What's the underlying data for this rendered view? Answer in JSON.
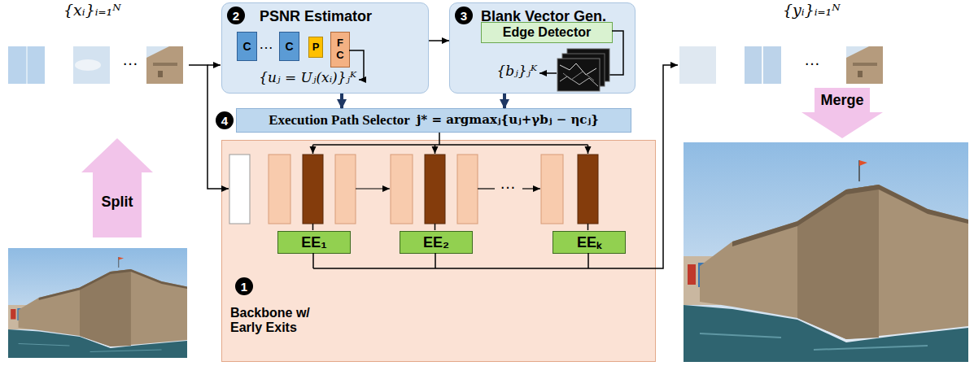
{
  "diagram": {
    "nodes": [
      {
        "text": [
          "PSNR Estimator"
        ]
      },
      {
        "text": [
          "C"
        ],
        "in": 0
      },
      {
        "text": [
          "C"
        ],
        "in": 0
      },
      {
        "text": [
          "P"
        ],
        "in": 0
      },
      {
        "text": [
          "F C"
        ],
        "in": 0
      },
      {
        "text": [
          "Blank Vector Gen."
        ]
      },
      {
        "text": [
          "Edge Detector"
        ],
        "in": 5
      },
      {
        "text": [
          "Execution Path Selector",
          "j* = argmaxⱼ{uⱼ+γbⱼ − ηcⱼ}"
        ]
      },
      {
        "text": [
          "Backbone w/ Early Exits"
        ]
      },
      {
        "text": [
          "EE₁"
        ],
        "in": 8
      },
      {
        "text": [
          "EE₂"
        ],
        "in": 8
      },
      {
        "text": [
          "EEₖ"
        ],
        "in": 8
      },
      {
        "text": [
          "Split"
        ]
      },
      {
        "text": [
          "Merge"
        ]
      }
    ],
    "edges": [
      {
        "from": 0,
        "to": 5,
        "arrow": "to"
      },
      {
        "from": 0,
        "to": 7,
        "arrow": "to"
      },
      {
        "from": 5,
        "to": 7,
        "arrow": "to"
      },
      {
        "from": 7,
        "to": 8,
        "arrow": "none"
      }
    ],
    "labels": [
      "{xᵢ}ᵢ₌₁ᴺ",
      "…",
      "1",
      "2",
      "…",
      "{uⱼ = Uⱼ(xᵢ)}ⱼᴷ",
      "3",
      "{bⱼ}ⱼᴷ",
      "4",
      "…",
      "{yᵢ}ᵢ₌₁ᴺ",
      "…"
    ]
  }
}
